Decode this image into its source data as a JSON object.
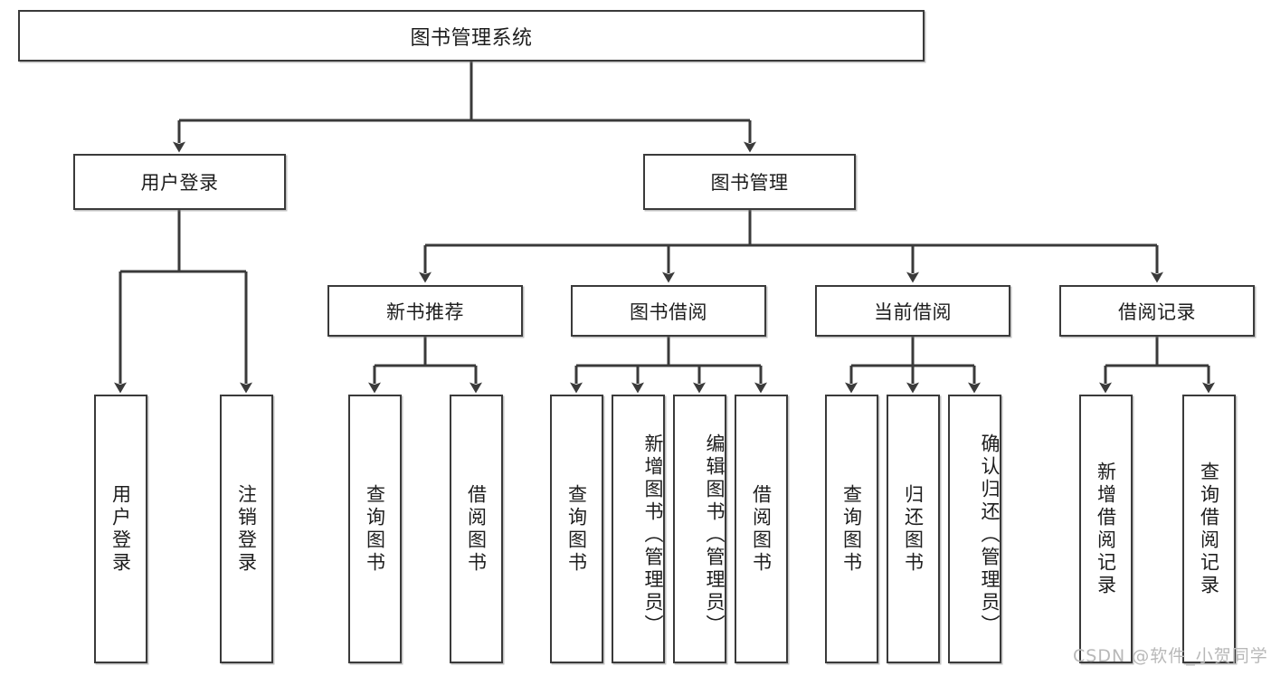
{
  "diagram": {
    "title": "图书管理系统",
    "type": "tree-hierarchy",
    "root": {
      "label": "图书管理系统"
    },
    "level2": [
      {
        "label": "用户登录"
      },
      {
        "label": "图书管理"
      }
    ],
    "level3": [
      {
        "label": "新书推荐"
      },
      {
        "label": "图书借阅"
      },
      {
        "label": "当前借阅"
      },
      {
        "label": "借阅记录"
      }
    ],
    "leaves": {
      "user_login": [
        {
          "label": "用户登录"
        },
        {
          "label": "注销登录"
        }
      ],
      "new_book": [
        {
          "label": "查询图书"
        },
        {
          "label": "借阅图书"
        }
      ],
      "borrow_book": [
        {
          "label": "查询图书"
        },
        {
          "label": "新增图书（管理员）"
        },
        {
          "label": "编辑图书（管理员）"
        },
        {
          "label": "借阅图书"
        }
      ],
      "current_borrow": [
        {
          "label": "查询图书"
        },
        {
          "label": "归还图书"
        },
        {
          "label": "确认归还（管理员）"
        }
      ],
      "borrow_record": [
        {
          "label": "新增借阅记录"
        },
        {
          "label": "查询借阅记录"
        }
      ]
    }
  },
  "watermark": {
    "text": "CSDN @软件_小贺同学"
  },
  "colors": {
    "border": "#3a3a3a",
    "text": "#1d1d1d",
    "background": "#ffffff",
    "watermark": "#b8b8b8"
  }
}
